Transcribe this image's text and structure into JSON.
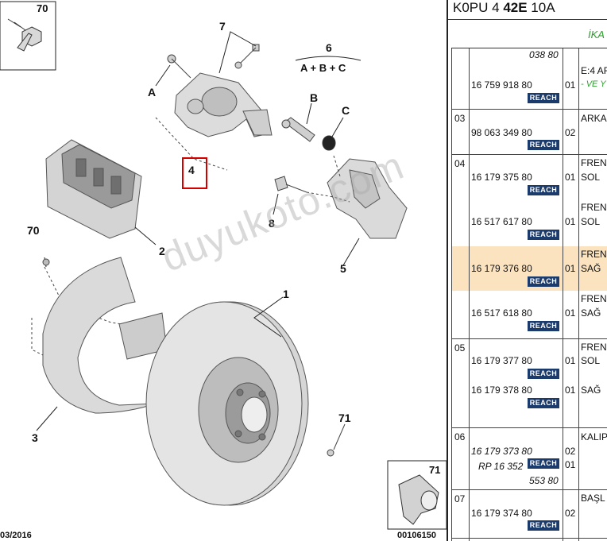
{
  "diagram": {
    "callouts": {
      "c7": "7",
      "c6": "6",
      "c6_formula": "A + B + C",
      "cA": "A",
      "cB": "B",
      "cC": "C",
      "c4": "4",
      "c2": "2",
      "c8": "8",
      "c5": "5",
      "c70": "70",
      "c1": "1",
      "c3": "3",
      "c71": "71"
    },
    "thumb_top_left": "70",
    "thumb_bottom_right": "71",
    "footer_left": "03/2016",
    "footer_right": "00106150",
    "watermark": "duyukoto.com",
    "highlight_color": "#d40000"
  },
  "table": {
    "vehicle_code_pre": "K0PU 4 ",
    "vehicle_code_bold": "42E",
    "vehicle_code_post": " 10A",
    "header_green": "İKA",
    "reach_label": "REACH",
    "rows": {
      "r1_pn_top": "038 80",
      "r1_desc": "E:4 AR",
      "r1_pn": "16 759 918 80",
      "r1_qty": "01",
      "r1_desc_green": "- VE Y",
      "r2_group": "03",
      "r2_desc": "ARKA",
      "r2_pn": "98 063 349 80",
      "r2_qty": "02",
      "r3_group": "04",
      "r3a_desc1": "FREN",
      "r3a_pn": "16 179 375 80",
      "r3a_qty": "01",
      "r3a_desc2": "SOL",
      "r3b_desc1": "FREN",
      "r3b_pn": "16 517 617 80",
      "r3b_qty": "01",
      "r3b_desc2": "SOL",
      "r3c_desc1": "FREN",
      "r3c_pn": "16 179 376 80",
      "r3c_qty": "01",
      "r3c_desc2": "SAĞ",
      "r3d_desc1": "FREN",
      "r3d_pn": "16 517 618 80",
      "r3d_qty": "01",
      "r3d_desc2": "SAĞ",
      "r4_group": "05",
      "r4a_desc1": "FREN",
      "r4a_pn": "16 179 377 80",
      "r4a_qty": "01",
      "r4a_desc2": "SOL",
      "r4b_pn": "16 179 378 80",
      "r4b_qty": "01",
      "r4b_desc2": "SAĞ",
      "r5_group": "06",
      "r5_desc": "KALIP",
      "r5_pn1": "16 179 373 80",
      "r5_qty1": "02",
      "r5_pn2": "RP 16 352",
      "r5_qty2": "01",
      "r5_pn3": "553 80",
      "r6_group": "07",
      "r6_desc": "BAŞL",
      "r6_pn": "16 179 374 80",
      "r6_qty": "02"
    },
    "highlight_row_color": "#fbe3bf",
    "green_color": "#2e9d2e",
    "reach_color": "#1b3b6d"
  }
}
